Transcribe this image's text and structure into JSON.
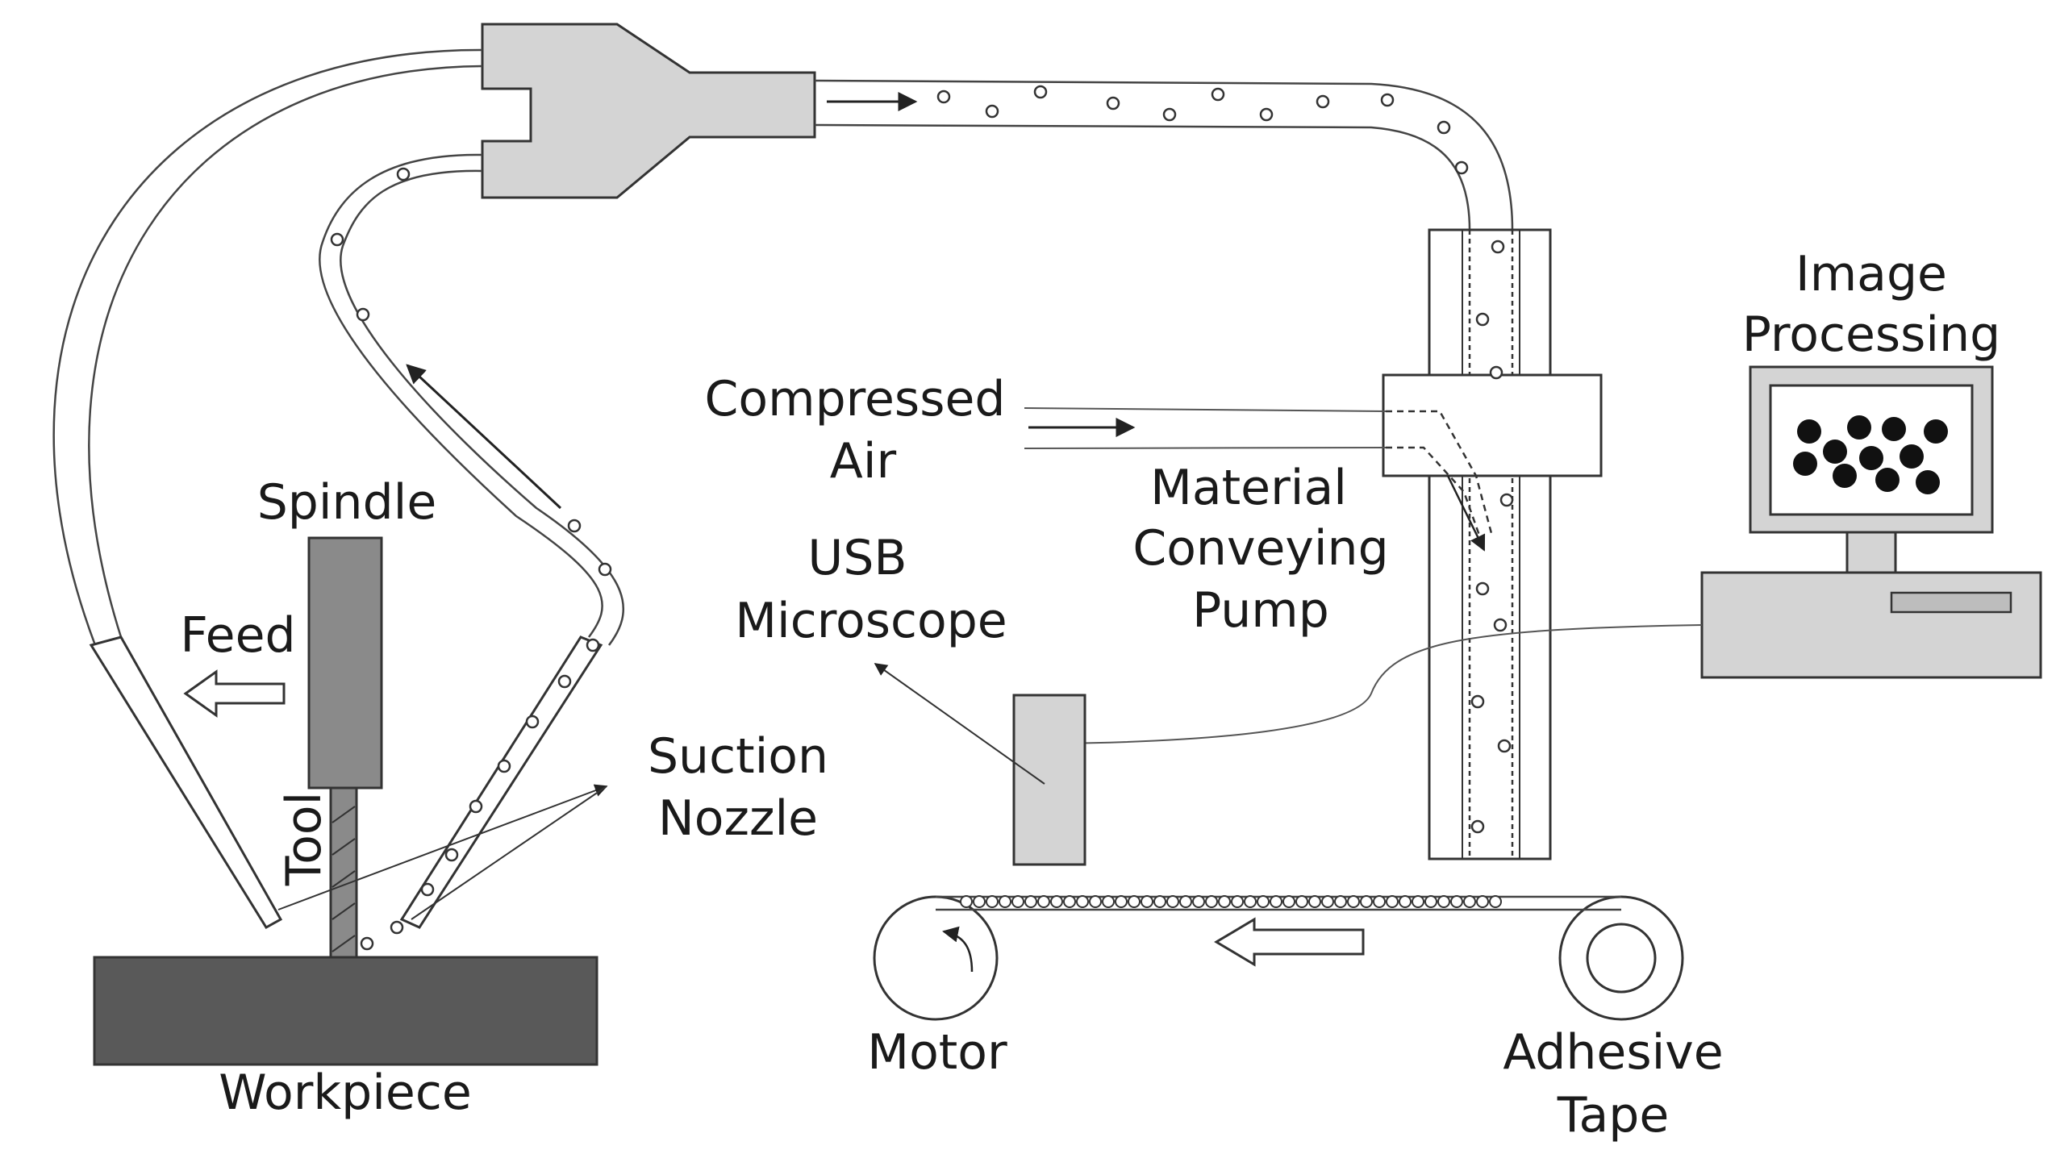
{
  "labels": {
    "image_processing_1": "Image",
    "image_processing_2": "Processing",
    "compressed_air_1": "Compressed",
    "compressed_air_2": "Air",
    "material_pump_1": "Material",
    "material_pump_2": "Conveying",
    "material_pump_3": "Pump",
    "usb_microscope_1": "USB",
    "usb_microscope_2": "Microscope",
    "spindle": "Spindle",
    "feed": "Feed",
    "tool": "Tool",
    "suction_nozzle_1": "Suction",
    "suction_nozzle_2": "Nozzle",
    "motor": "Motor",
    "adhesive_tape_1": "Adhesive",
    "adhesive_tape_2": "Tape",
    "workpiece": "Workpiece"
  },
  "colors": {
    "line": "#444444",
    "device_fill": "#d4d4d4",
    "spindle_fill": "#8a8a8a",
    "workpiece_fill": "#595959",
    "particle": "#111111"
  }
}
